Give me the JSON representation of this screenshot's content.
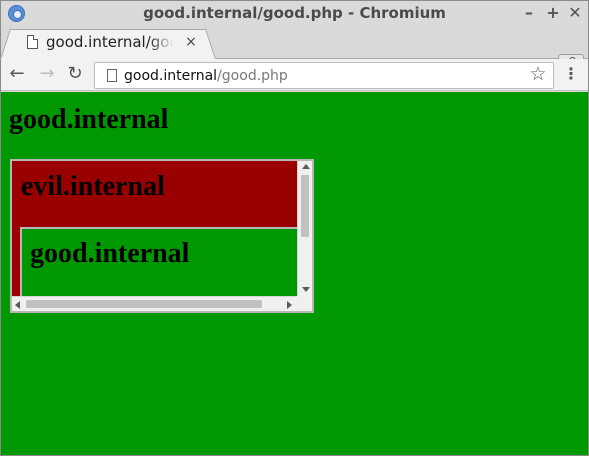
{
  "window": {
    "title": "good.internal/good.php - Chromium",
    "controls": {
      "minimize": "–",
      "maximize": "+",
      "close": "✕"
    }
  },
  "tabs": [
    {
      "title": "good.internal/good.php",
      "close": "×",
      "active": true
    }
  ],
  "toolbar": {
    "back_icon": "←",
    "forward_icon": "→",
    "reload_icon": "↻",
    "url_host": "good.internal",
    "url_path": "/good.php",
    "star_icon": "☆",
    "menu_icon": "⋮"
  },
  "page": {
    "background": "#009800",
    "heading": "good.internal",
    "outer_frame": {
      "background": "#990000",
      "heading": "evil.internal",
      "inner_frame": {
        "background": "#009800",
        "heading": "good.internal"
      }
    }
  }
}
